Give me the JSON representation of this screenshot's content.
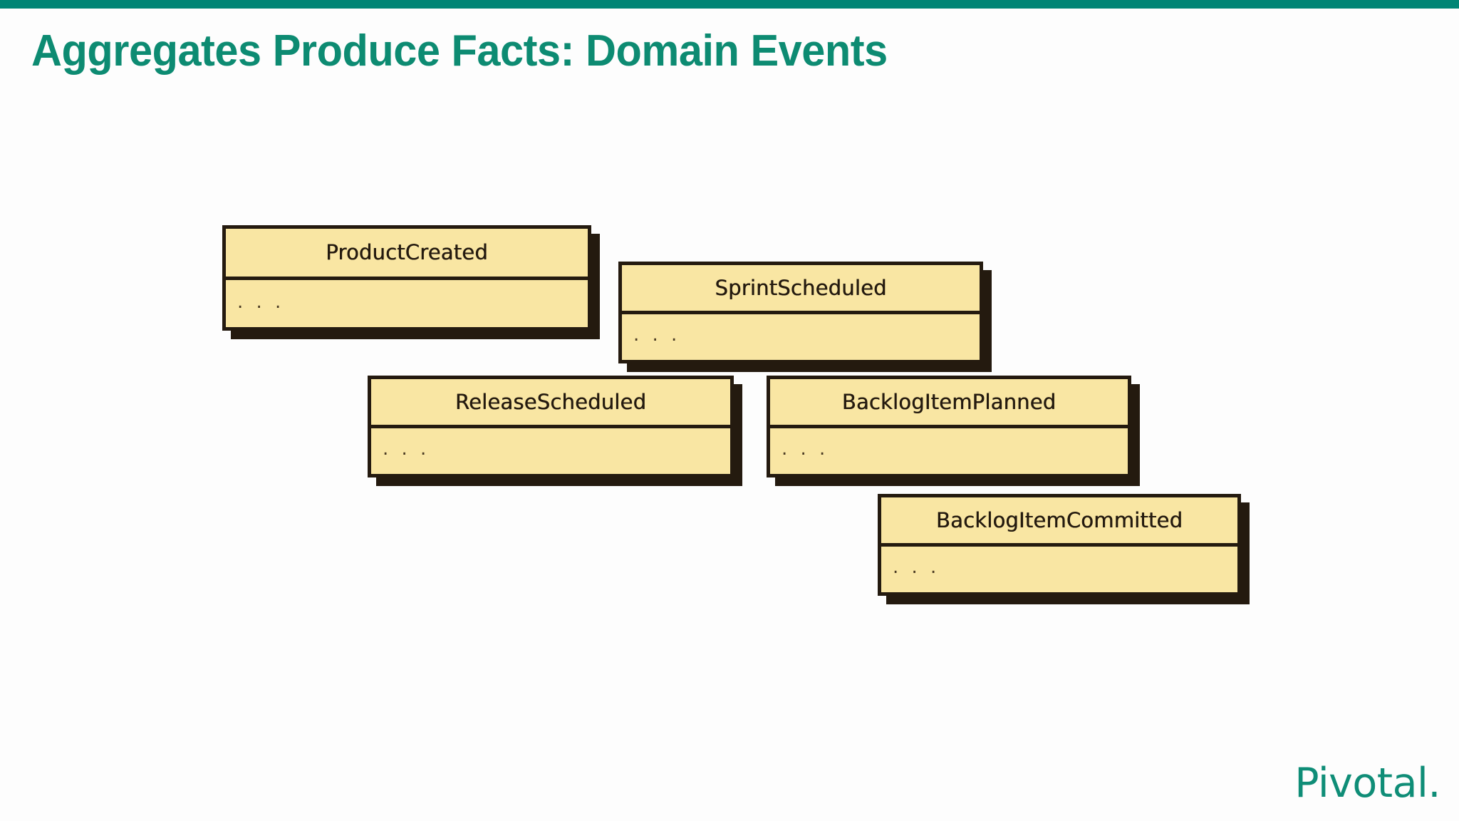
{
  "slide": {
    "title": "Aggregates Produce Facts: Domain Events",
    "accent_color": "#008575",
    "title_color": "#0d8b72",
    "background_color": "#fdfdfd",
    "top_bar_color": "#008575"
  },
  "diagram": {
    "type": "uml-class-boxes",
    "box_fill_color": "#f9e6a3",
    "box_border_color": "#241a0f",
    "box_shadow_color": "#241a0f",
    "boxes": [
      {
        "name": "ProductCreated",
        "body": ". . ."
      },
      {
        "name": "SprintScheduled",
        "body": ". . ."
      },
      {
        "name": "ReleaseScheduled",
        "body": ". . ."
      },
      {
        "name": "BacklogItemPlanned",
        "body": ". . ."
      },
      {
        "name": "BacklogItemCommitted",
        "body": ". . ."
      }
    ]
  },
  "footer": {
    "logo_text": "Pivotal.",
    "logo_color": "#0f8d77"
  }
}
